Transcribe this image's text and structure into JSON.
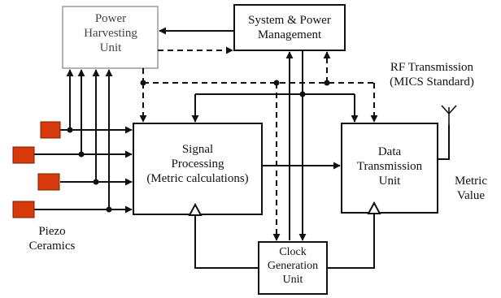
{
  "blocks": {
    "power_harvesting": {
      "line1": "Power",
      "line2": "Harvesting",
      "line3": "Unit"
    },
    "system_power": {
      "line1": "System & Power",
      "line2": "Management"
    },
    "signal_processing": {
      "line1": "Signal",
      "line2": "Processing",
      "line3": "(Metric calculations)"
    },
    "data_transmission": {
      "line1": "Data",
      "line2": "Transmission",
      "line3": "Unit"
    },
    "clock_generation": {
      "line1": "Clock",
      "line2": "Generation",
      "line3": "Unit"
    }
  },
  "labels": {
    "rf_line1": "RF Transmission",
    "rf_line2": "(MICS Standard)",
    "metric_line1": "Metric",
    "metric_line2": "Value",
    "piezo_line1": "Piezo",
    "piezo_line2": "Ceramics"
  },
  "colors": {
    "piezo_fill": "#d63a0a",
    "line": "#111111",
    "harvest_border": "#9a9a9a"
  }
}
